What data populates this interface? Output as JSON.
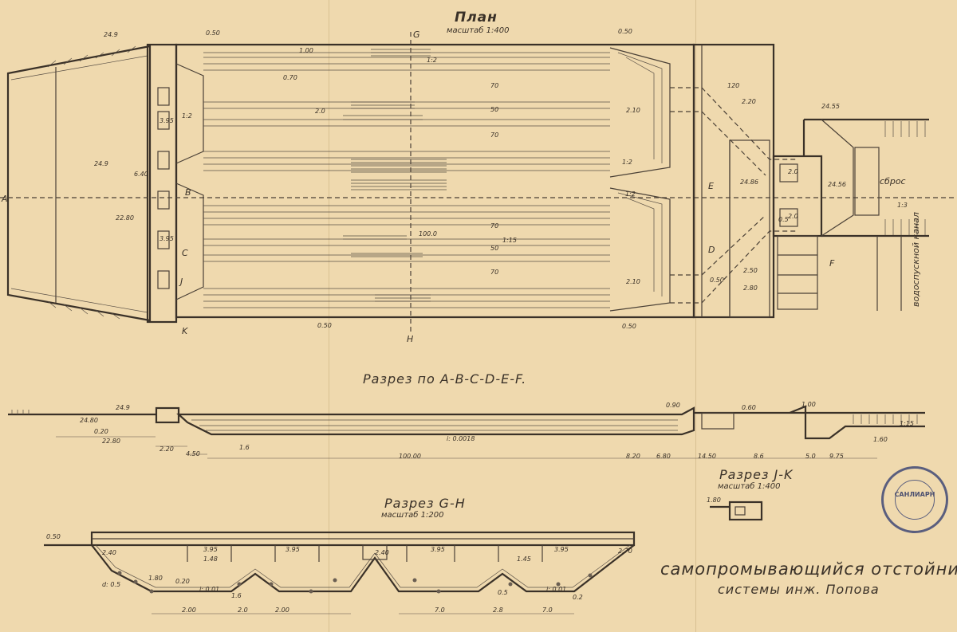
{
  "plan": {
    "title": "План",
    "scale": "масштаб 1:400",
    "cut_g": "G",
    "cut_h": "H",
    "cut_a": "A",
    "cut_b": "B",
    "cut_c": "C",
    "cut_d": "D",
    "cut_e": "E",
    "cut_f": "F",
    "cut_j": "J",
    "cut_k": "K",
    "label_sbros": "сброс",
    "label_vert": "водоспускной канал",
    "dims": [
      "0.50",
      "0.50",
      "0.50",
      "0.50",
      "1.00",
      "0.70",
      "2.0",
      "1:2",
      "1:2",
      "70",
      "50",
      "70",
      "100.0",
      "1:15",
      "70",
      "50",
      "70",
      "2.10",
      "2.10",
      "1:2",
      "120",
      "2.20",
      "2.50",
      "2.80",
      "0.50",
      "22.80",
      "6.40",
      "3.95",
      "3.95",
      "24.9",
      "24.9",
      "24.55",
      "24.86",
      "24.56",
      "1:3",
      "1:2",
      "2.0",
      "2.0",
      "0.5"
    ]
  },
  "section_abcdef": {
    "title": "Разрез по A-B-C-D-E-F.",
    "dims": [
      "24.9",
      "24.80",
      "0.20",
      "22.80",
      "2.20",
      "4.50",
      "1.6",
      "i: 0.0018",
      "100.00",
      "8.20",
      "6.80",
      "14.50",
      "8.6",
      "5.0",
      "9.75",
      "1.60",
      "0.90",
      "0.60",
      "1.00",
      "1:15"
    ]
  },
  "section_gh": {
    "title": "Разрез G-H",
    "scale": "масштаб 1:200",
    "dims": [
      "0.50",
      "2.40",
      "3.95",
      "1.48",
      "3.95",
      "2.40",
      "3.95",
      "1.45",
      "3.95",
      "2.70",
      "d: 0.5",
      "1.80",
      "0.20",
      "i: 0.01",
      "1.6",
      "0.5",
      "i: 0.01",
      "0.2",
      "2.00",
      "2.0",
      "2.00",
      "7.0",
      "2.8",
      "7.0"
    ]
  },
  "section_jk": {
    "title": "Разрез J-K",
    "scale": "масштаб 1:400",
    "dims": [
      "1.80"
    ]
  },
  "caption": {
    "line1": "самопромывающийся отстойник",
    "line2": "системы инж. Попова"
  },
  "stamp": {
    "text": "САНЛИАРН"
  },
  "colors": {
    "paper": "#efd9ae",
    "ink": "#3a3128",
    "stamp": "#5a5e7e"
  }
}
